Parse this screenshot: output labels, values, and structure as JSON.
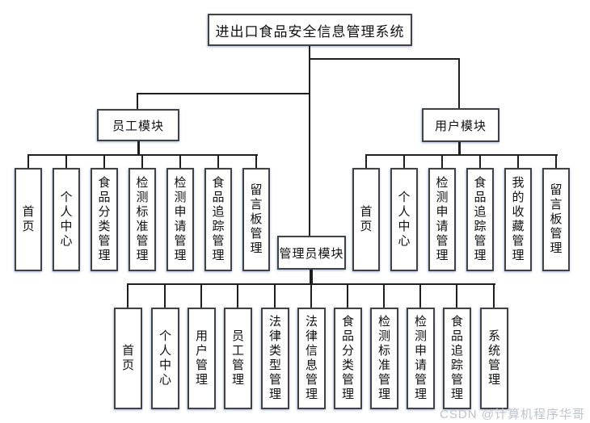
{
  "title": "进出口食品安全信息管理系统",
  "modules": {
    "employee": {
      "label": "员工模块",
      "children": [
        "首页",
        "个人中心",
        "食品分类管理",
        "检测标准管理",
        "检测申请管理",
        "食品追踪管理",
        "留言板管理"
      ]
    },
    "user": {
      "label": "用户模块",
      "children": [
        "首页",
        "个人中心",
        "检测申请管理",
        "食品追踪管理",
        "我的收藏管理",
        "留言板管理"
      ]
    },
    "admin": {
      "label": "管理员模块",
      "children": [
        "首页",
        "个人中心",
        "用户管理",
        "员工管理",
        "法律类型管理",
        "法律信息管理",
        "食品分类管理",
        "检测标准管理",
        "检测申请管理",
        "食品追踪管理",
        "系统管理"
      ]
    }
  },
  "watermark": "CSDN @计算机程序华哥",
  "colors": {
    "line": "#1f1f1f",
    "box_border": "#424242",
    "box_fill": "#ffffff",
    "text": "#111111",
    "watermark": "#bfc3cc"
  }
}
